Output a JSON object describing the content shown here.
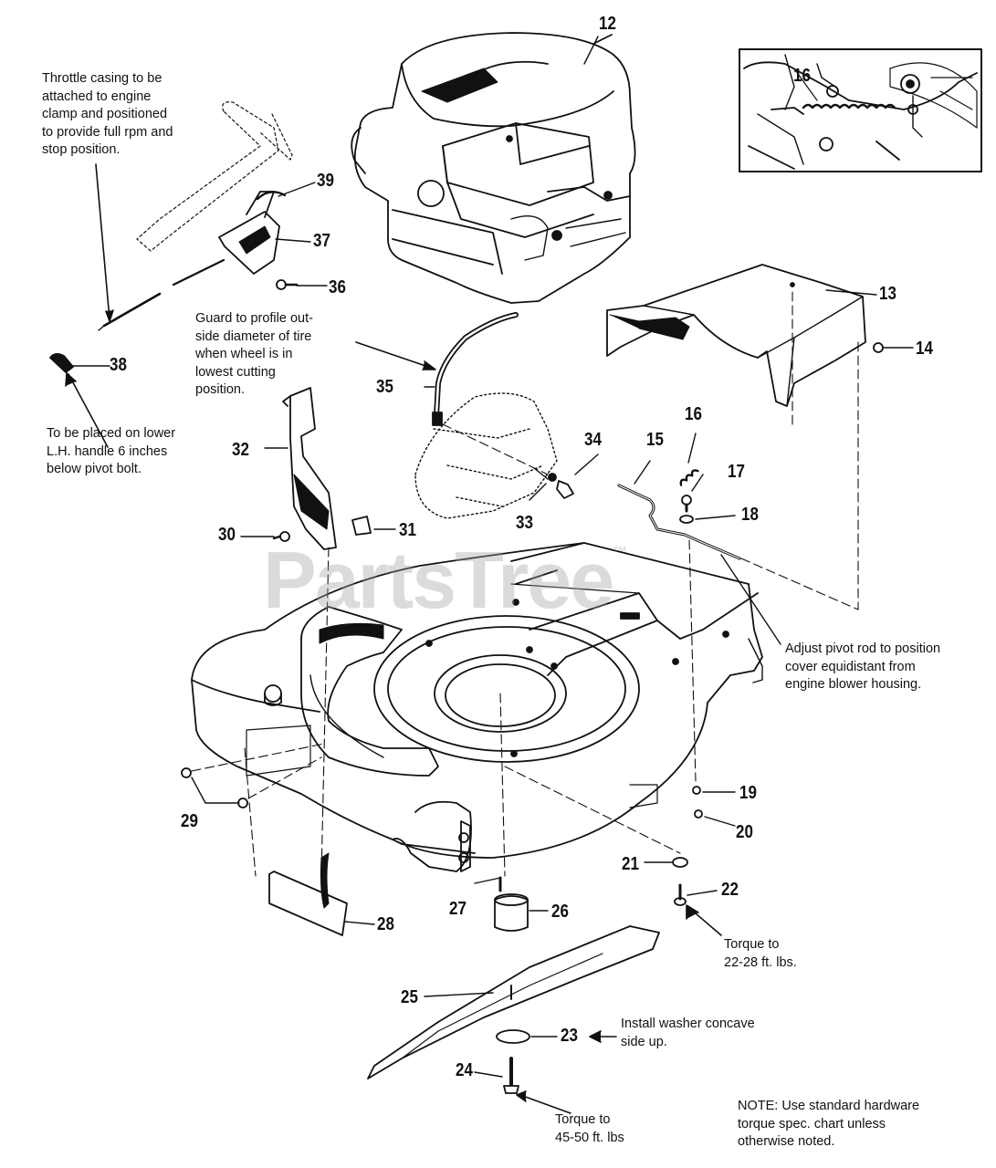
{
  "watermark": "PartsTree",
  "parts": [
    {
      "id": "12",
      "label": "12"
    },
    {
      "id": "13",
      "label": "13"
    },
    {
      "id": "14",
      "label": "14"
    },
    {
      "id": "15",
      "label": "15"
    },
    {
      "id": "16",
      "label": "16"
    },
    {
      "id": "16b",
      "label": "16"
    },
    {
      "id": "17",
      "label": "17"
    },
    {
      "id": "18",
      "label": "18"
    },
    {
      "id": "19",
      "label": "19"
    },
    {
      "id": "20",
      "label": "20"
    },
    {
      "id": "21",
      "label": "21"
    },
    {
      "id": "22",
      "label": "22"
    },
    {
      "id": "23",
      "label": "23"
    },
    {
      "id": "24",
      "label": "24"
    },
    {
      "id": "25",
      "label": "25"
    },
    {
      "id": "26",
      "label": "26"
    },
    {
      "id": "27",
      "label": "27"
    },
    {
      "id": "28",
      "label": "28"
    },
    {
      "id": "29",
      "label": "29"
    },
    {
      "id": "30",
      "label": "30"
    },
    {
      "id": "31",
      "label": "31"
    },
    {
      "id": "32",
      "label": "32"
    },
    {
      "id": "33",
      "label": "33"
    },
    {
      "id": "34",
      "label": "34"
    },
    {
      "id": "35",
      "label": "35"
    },
    {
      "id": "36",
      "label": "36"
    },
    {
      "id": "37",
      "label": "37"
    },
    {
      "id": "38",
      "label": "38"
    },
    {
      "id": "39",
      "label": "39"
    }
  ],
  "notes": {
    "throttle": [
      "Throttle casing to be",
      "attached to engine",
      "clamp and positioned",
      "to provide full rpm and",
      "stop position."
    ],
    "guard": [
      "Guard to profile out-",
      "side diameter of tire",
      "when wheel is in",
      "lowest cutting",
      "position."
    ],
    "handle": [
      "To be placed on lower",
      "L.H. handle 6 inches",
      "below pivot bolt."
    ],
    "pivot": [
      "Adjust pivot rod to position",
      "cover equidistant from",
      "engine blower housing."
    ],
    "torque_22": [
      "Torque to",
      "22-28 ft. lbs."
    ],
    "washer": [
      "Install washer concave",
      "side up."
    ],
    "torque_24": [
      "Torque to",
      "45-50 ft. lbs"
    ],
    "standard": [
      "NOTE: Use standard hardware",
      "torque spec. chart unless",
      "otherwise noted."
    ]
  }
}
